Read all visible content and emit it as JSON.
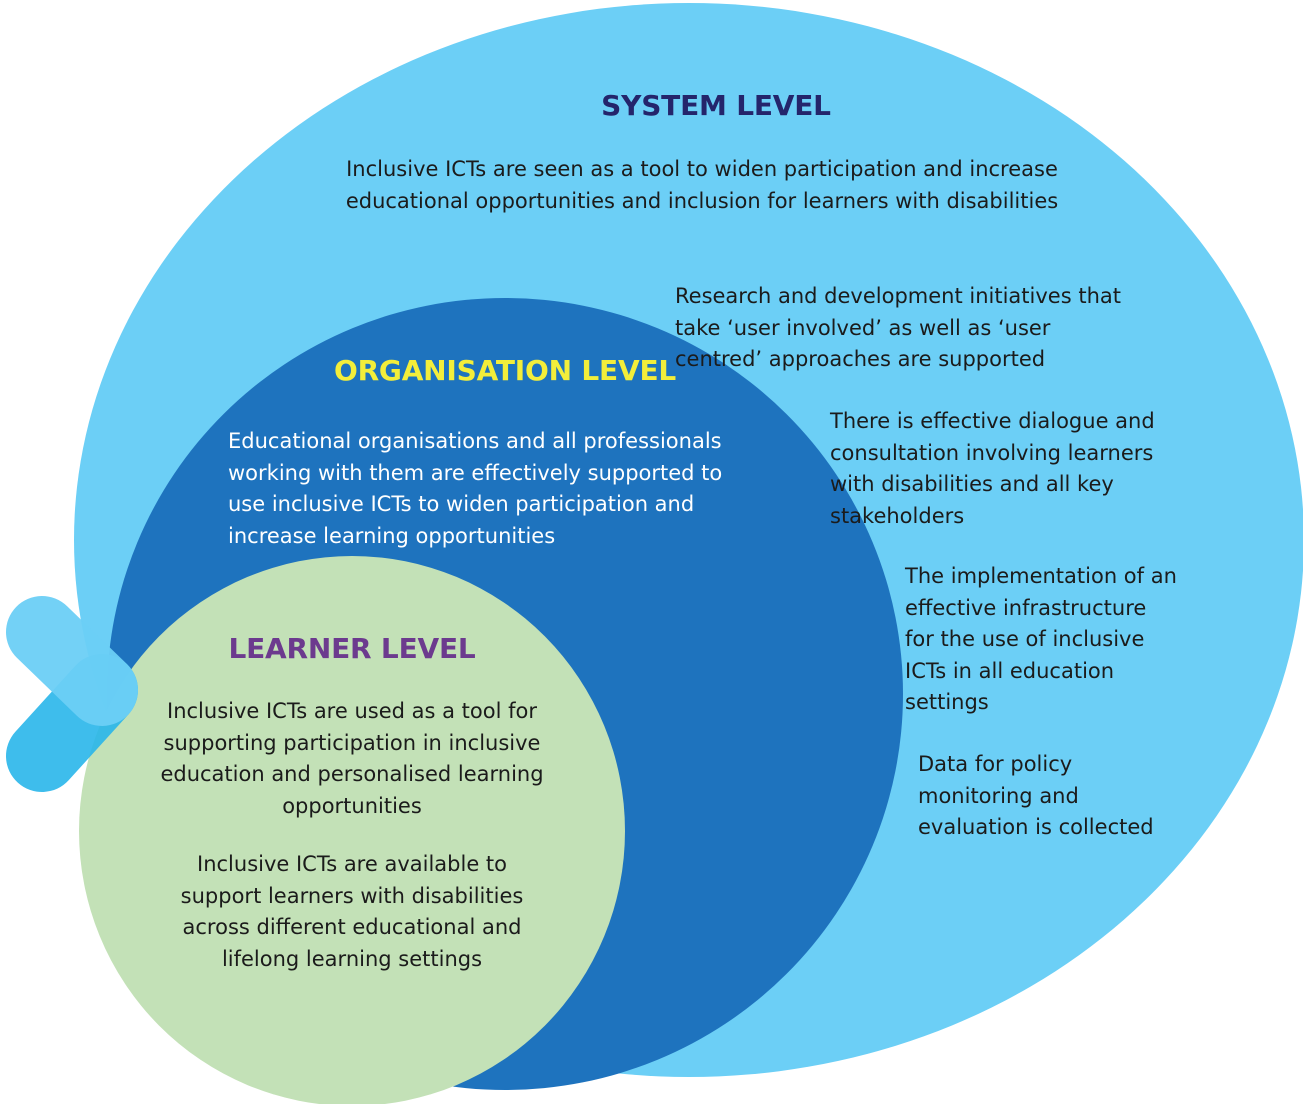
{
  "colors": {
    "system_fill": "#6ccff6",
    "organisation_fill": "#1e73be",
    "learner_fill": "#c3e1b7",
    "system_heading": "#24256b",
    "organisation_heading": "#f3ee3a",
    "learner_heading": "#6c3a8e",
    "chevron_light": "#6ccff6",
    "chevron_mid": "#29b6ea",
    "chevron_dark": "#0aa3e2"
  },
  "icons": {
    "chevron": "chevron-right-icon"
  },
  "system_level": {
    "heading": "SYSTEM LEVEL",
    "intro": "Inclusive ICTs are seen as a tool to widen participation and increase\neducational opportunities and inclusion for learners with disabilities",
    "points": [
      "Research and development initiatives that\ntake ‘user involved’ as well as ‘user\ncentred’ approaches are supported",
      "There is effective dialogue and\nconsultation involving learners\nwith disabilities and all key\nstakeholders",
      "The implementation of an\neffective infrastructure\nfor the use of inclusive\nICTs in all education\nsettings",
      "Data for policy\nmonitoring and\nevaluation is collected"
    ]
  },
  "organisation_level": {
    "heading": "ORGANISATION LEVEL",
    "text": "Educational organisations and all professionals\nworking with them are effectively supported to\nuse inclusive ICTs to widen participation and\nincrease learning opportunities"
  },
  "learner_level": {
    "heading": "LEARNER LEVEL",
    "points": [
      "Inclusive ICTs are used as a tool for\nsupporting participation in inclusive\neducation and personalised learning\nopportunities",
      "Inclusive ICTs are available to\nsupport learners with disabilities\nacross different educational and\nlifelong learning settings"
    ]
  }
}
